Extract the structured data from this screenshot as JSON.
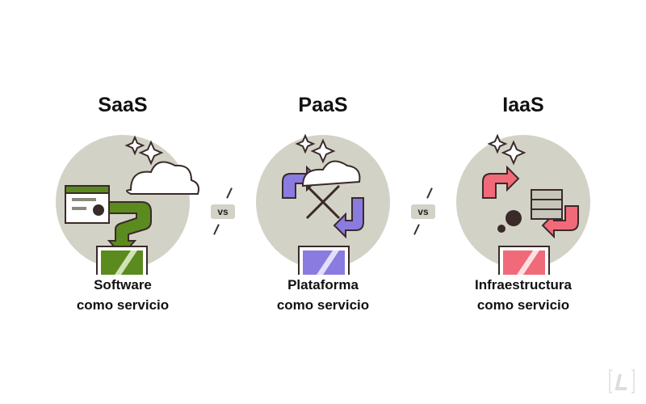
{
  "columns": [
    {
      "title": "SaaS",
      "label_line1": "Software",
      "label_line2": "como servicio",
      "accent": "#5b8a1e"
    },
    {
      "title": "PaaS",
      "label_line1": "Plataforma",
      "label_line2": "como servicio",
      "accent": "#8a7be0"
    },
    {
      "title": "IaaS",
      "label_line1": "Infraestructura",
      "label_line2": "como servicio",
      "accent": "#f06a7a"
    }
  ],
  "separators": [
    "vs",
    "vs"
  ],
  "colors": {
    "circle": "#d3d2c6",
    "outline": "#3a2a2a"
  }
}
